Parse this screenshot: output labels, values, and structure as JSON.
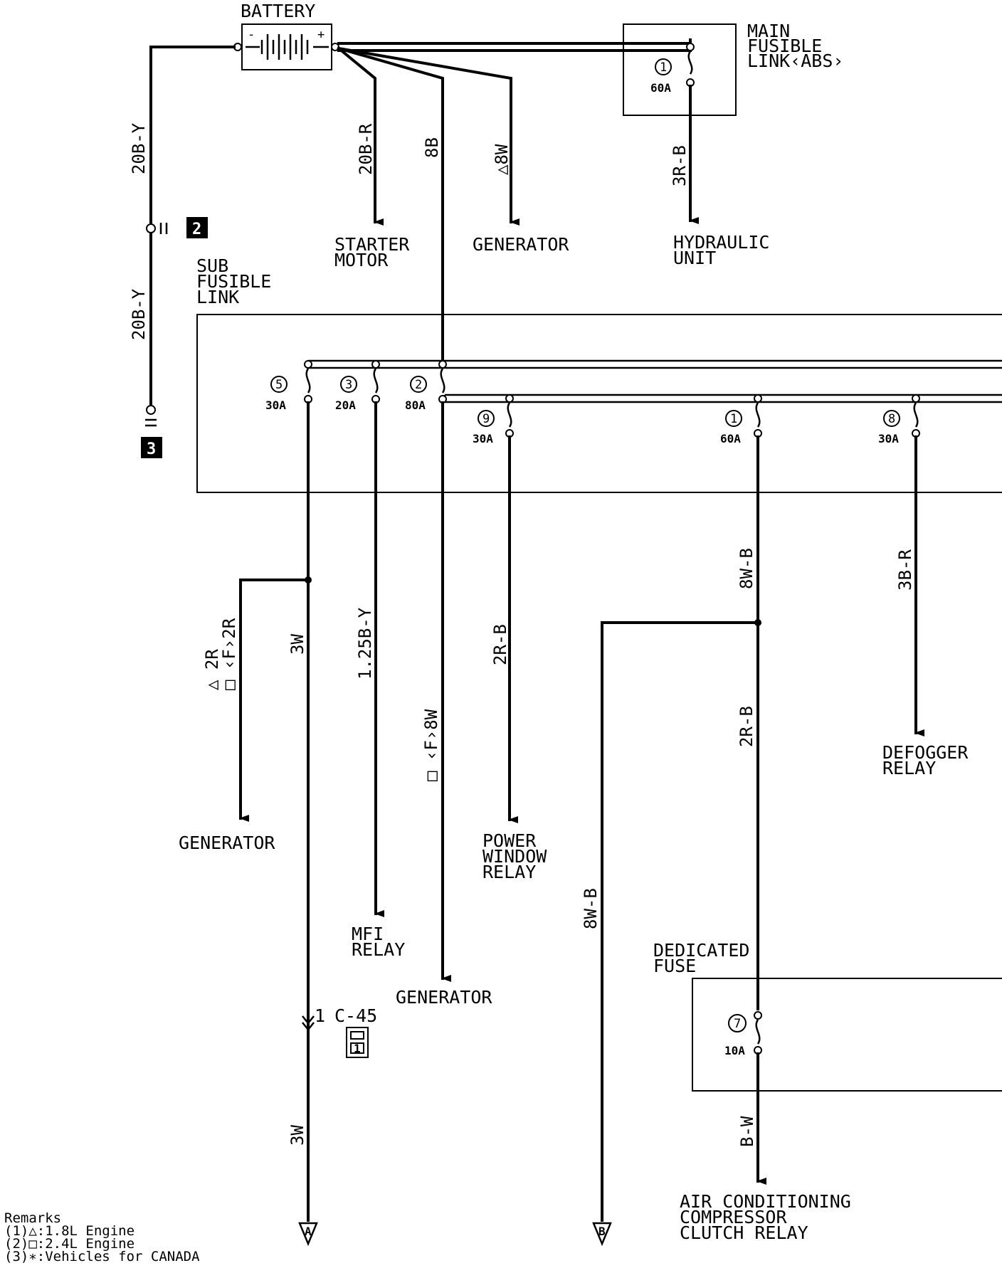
{
  "battery": {
    "label": "BATTERY",
    "minus": "-",
    "plus": "+"
  },
  "main_fusible_link": {
    "title_lines": [
      "MAIN",
      "FUSIBLE",
      "LINK‹ABS›"
    ],
    "fuse_number": "1",
    "fuse_amp": "60A"
  },
  "sub_fusible_link": {
    "title_lines": [
      "SUB",
      "FUSIBLE",
      "LINK"
    ],
    "fuses": [
      {
        "number": "5",
        "amp": "30A"
      },
      {
        "number": "3",
        "amp": "20A"
      },
      {
        "number": "2",
        "amp": "80A"
      },
      {
        "number": "9",
        "amp": "30A"
      },
      {
        "number": "1",
        "amp": "60A"
      },
      {
        "number": "8",
        "amp": "30A"
      }
    ]
  },
  "dedicated_fuse": {
    "title_lines": [
      "DEDICATED",
      "FUSE"
    ],
    "fuse_number": "7",
    "fuse_amp": "10A"
  },
  "ground_markers": [
    {
      "number": "2"
    },
    {
      "number": "3"
    }
  ],
  "wire_labels": {
    "ground_upper": "20B-Y",
    "ground_lower": "20B-Y",
    "starter": "20B-R",
    "sub_link_feed": "8B",
    "generator_top": "△8W",
    "hydraulic": "3R-B",
    "fuse5_out": "3W",
    "generator_left_a": "△  2R",
    "generator_left_b": "□ ‹F›2R",
    "mfi": "1.25B-Y",
    "generator_bottom": "□ ‹F›8W",
    "power_window": "2R-B",
    "fuse1_out": "8W-B",
    "fuse1_branch": "2R-B",
    "defogger": "3B-R",
    "branch_b": "8W-B",
    "ac_relay": "B-W",
    "bottom_3w": "3W"
  },
  "destinations": {
    "starter_motor": [
      "STARTER",
      "MOTOR"
    ],
    "generator_top": [
      "GENERATOR"
    ],
    "hydraulic_unit": [
      "HYDRAULIC",
      "UNIT"
    ],
    "generator_left": [
      "GENERATOR"
    ],
    "mfi_relay": [
      "MFI",
      "RELAY"
    ],
    "generator_bottom": [
      "GENERATOR"
    ],
    "power_window_relay": [
      "POWER",
      "WINDOW",
      "RELAY"
    ],
    "defogger_relay": [
      "DEFOGGER",
      "RELAY"
    ],
    "ac_relay": [
      "AIR CONDITIONING",
      "COMPRESSOR",
      "CLUTCH RELAY"
    ]
  },
  "connector": {
    "pin": "1",
    "id": "C-45",
    "pin_in_symbol": "1"
  },
  "off_page": {
    "a": "A",
    "b": "B"
  },
  "remarks": {
    "title": "Remarks",
    "lines": [
      "(1)△:1.8L Engine",
      "(2)□:2.4L Engine",
      "(3)∗:Vehicles for CANADA"
    ]
  }
}
